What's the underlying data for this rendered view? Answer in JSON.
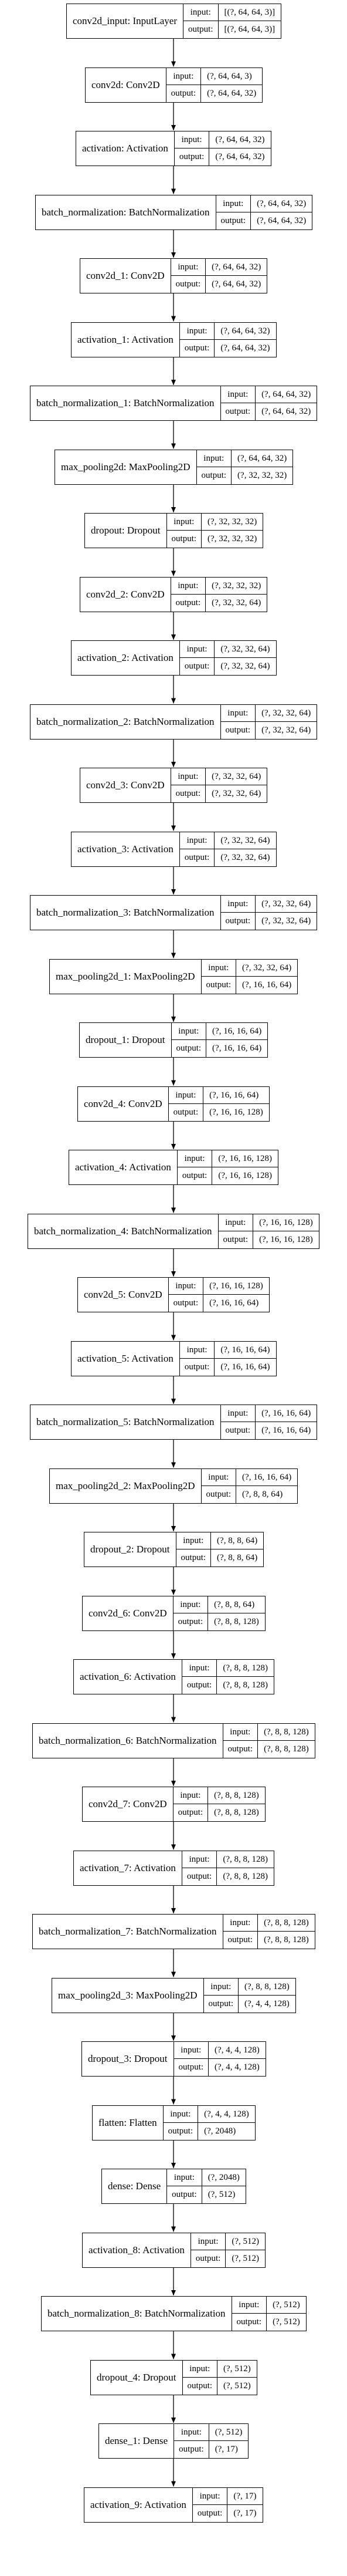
{
  "io_labels": {
    "input": "input:",
    "output": "output:"
  },
  "layers": [
    {
      "name": "conv2d_input: InputLayer",
      "input": "[(?, 64, 64, 3)]",
      "output": "[(?, 64, 64, 3)]"
    },
    {
      "name": "conv2d: Conv2D",
      "input": "(?, 64, 64, 3)",
      "output": "(?, 64, 64, 32)"
    },
    {
      "name": "activation: Activation",
      "input": "(?, 64, 64, 32)",
      "output": "(?, 64, 64, 32)"
    },
    {
      "name": "batch_normalization: BatchNormalization",
      "input": "(?, 64, 64, 32)",
      "output": "(?, 64, 64, 32)"
    },
    {
      "name": "conv2d_1: Conv2D",
      "input": "(?, 64, 64, 32)",
      "output": "(?, 64, 64, 32)"
    },
    {
      "name": "activation_1: Activation",
      "input": "(?, 64, 64, 32)",
      "output": "(?, 64, 64, 32)"
    },
    {
      "name": "batch_normalization_1: BatchNormalization",
      "input": "(?, 64, 64, 32)",
      "output": "(?, 64, 64, 32)"
    },
    {
      "name": "max_pooling2d: MaxPooling2D",
      "input": "(?, 64, 64, 32)",
      "output": "(?, 32, 32, 32)"
    },
    {
      "name": "dropout: Dropout",
      "input": "(?, 32, 32, 32)",
      "output": "(?, 32, 32, 32)"
    },
    {
      "name": "conv2d_2: Conv2D",
      "input": "(?, 32, 32, 32)",
      "output": "(?, 32, 32, 64)"
    },
    {
      "name": "activation_2: Activation",
      "input": "(?, 32, 32, 64)",
      "output": "(?, 32, 32, 64)"
    },
    {
      "name": "batch_normalization_2: BatchNormalization",
      "input": "(?, 32, 32, 64)",
      "output": "(?, 32, 32, 64)"
    },
    {
      "name": "conv2d_3: Conv2D",
      "input": "(?, 32, 32, 64)",
      "output": "(?, 32, 32, 64)"
    },
    {
      "name": "activation_3: Activation",
      "input": "(?, 32, 32, 64)",
      "output": "(?, 32, 32, 64)"
    },
    {
      "name": "batch_normalization_3: BatchNormalization",
      "input": "(?, 32, 32, 64)",
      "output": "(?, 32, 32, 64)"
    },
    {
      "name": "max_pooling2d_1: MaxPooling2D",
      "input": "(?, 32, 32, 64)",
      "output": "(?, 16, 16, 64)"
    },
    {
      "name": "dropout_1: Dropout",
      "input": "(?, 16, 16, 64)",
      "output": "(?, 16, 16, 64)"
    },
    {
      "name": "conv2d_4: Conv2D",
      "input": "(?, 16, 16, 64)",
      "output": "(?, 16, 16, 128)"
    },
    {
      "name": "activation_4: Activation",
      "input": "(?, 16, 16, 128)",
      "output": "(?, 16, 16, 128)"
    },
    {
      "name": "batch_normalization_4: BatchNormalization",
      "input": "(?, 16, 16, 128)",
      "output": "(?, 16, 16, 128)"
    },
    {
      "name": "conv2d_5: Conv2D",
      "input": "(?, 16, 16, 128)",
      "output": "(?, 16, 16, 64)"
    },
    {
      "name": "activation_5: Activation",
      "input": "(?, 16, 16, 64)",
      "output": "(?, 16, 16, 64)"
    },
    {
      "name": "batch_normalization_5: BatchNormalization",
      "input": "(?, 16, 16, 64)",
      "output": "(?, 16, 16, 64)"
    },
    {
      "name": "max_pooling2d_2: MaxPooling2D",
      "input": "(?, 16, 16, 64)",
      "output": "(?, 8, 8, 64)"
    },
    {
      "name": "dropout_2: Dropout",
      "input": "(?, 8, 8, 64)",
      "output": "(?, 8, 8, 64)"
    },
    {
      "name": "conv2d_6: Conv2D",
      "input": "(?, 8, 8, 64)",
      "output": "(?, 8, 8, 128)"
    },
    {
      "name": "activation_6: Activation",
      "input": "(?, 8, 8, 128)",
      "output": "(?, 8, 8, 128)"
    },
    {
      "name": "batch_normalization_6: BatchNormalization",
      "input": "(?, 8, 8, 128)",
      "output": "(?, 8, 8, 128)"
    },
    {
      "name": "conv2d_7: Conv2D",
      "input": "(?, 8, 8, 128)",
      "output": "(?, 8, 8, 128)"
    },
    {
      "name": "activation_7: Activation",
      "input": "(?, 8, 8, 128)",
      "output": "(?, 8, 8, 128)"
    },
    {
      "name": "batch_normalization_7: BatchNormalization",
      "input": "(?, 8, 8, 128)",
      "output": "(?, 8, 8, 128)"
    },
    {
      "name": "max_pooling2d_3: MaxPooling2D",
      "input": "(?, 8, 8, 128)",
      "output": "(?, 4, 4, 128)"
    },
    {
      "name": "dropout_3: Dropout",
      "input": "(?, 4, 4, 128)",
      "output": "(?, 4, 4, 128)"
    },
    {
      "name": "flatten: Flatten",
      "input": "(?, 4, 4, 128)",
      "output": "(?, 2048)"
    },
    {
      "name": "dense: Dense",
      "input": "(?, 2048)",
      "output": "(?, 512)"
    },
    {
      "name": "activation_8: Activation",
      "input": "(?, 512)",
      "output": "(?, 512)"
    },
    {
      "name": "batch_normalization_8: BatchNormalization",
      "input": "(?, 512)",
      "output": "(?, 512)"
    },
    {
      "name": "dropout_4: Dropout",
      "input": "(?, 512)",
      "output": "(?, 512)"
    },
    {
      "name": "dense_1: Dense",
      "input": "(?, 512)",
      "output": "(?, 17)"
    },
    {
      "name": "activation_9: Activation",
      "input": "(?, 17)",
      "output": "(?, 17)"
    }
  ]
}
